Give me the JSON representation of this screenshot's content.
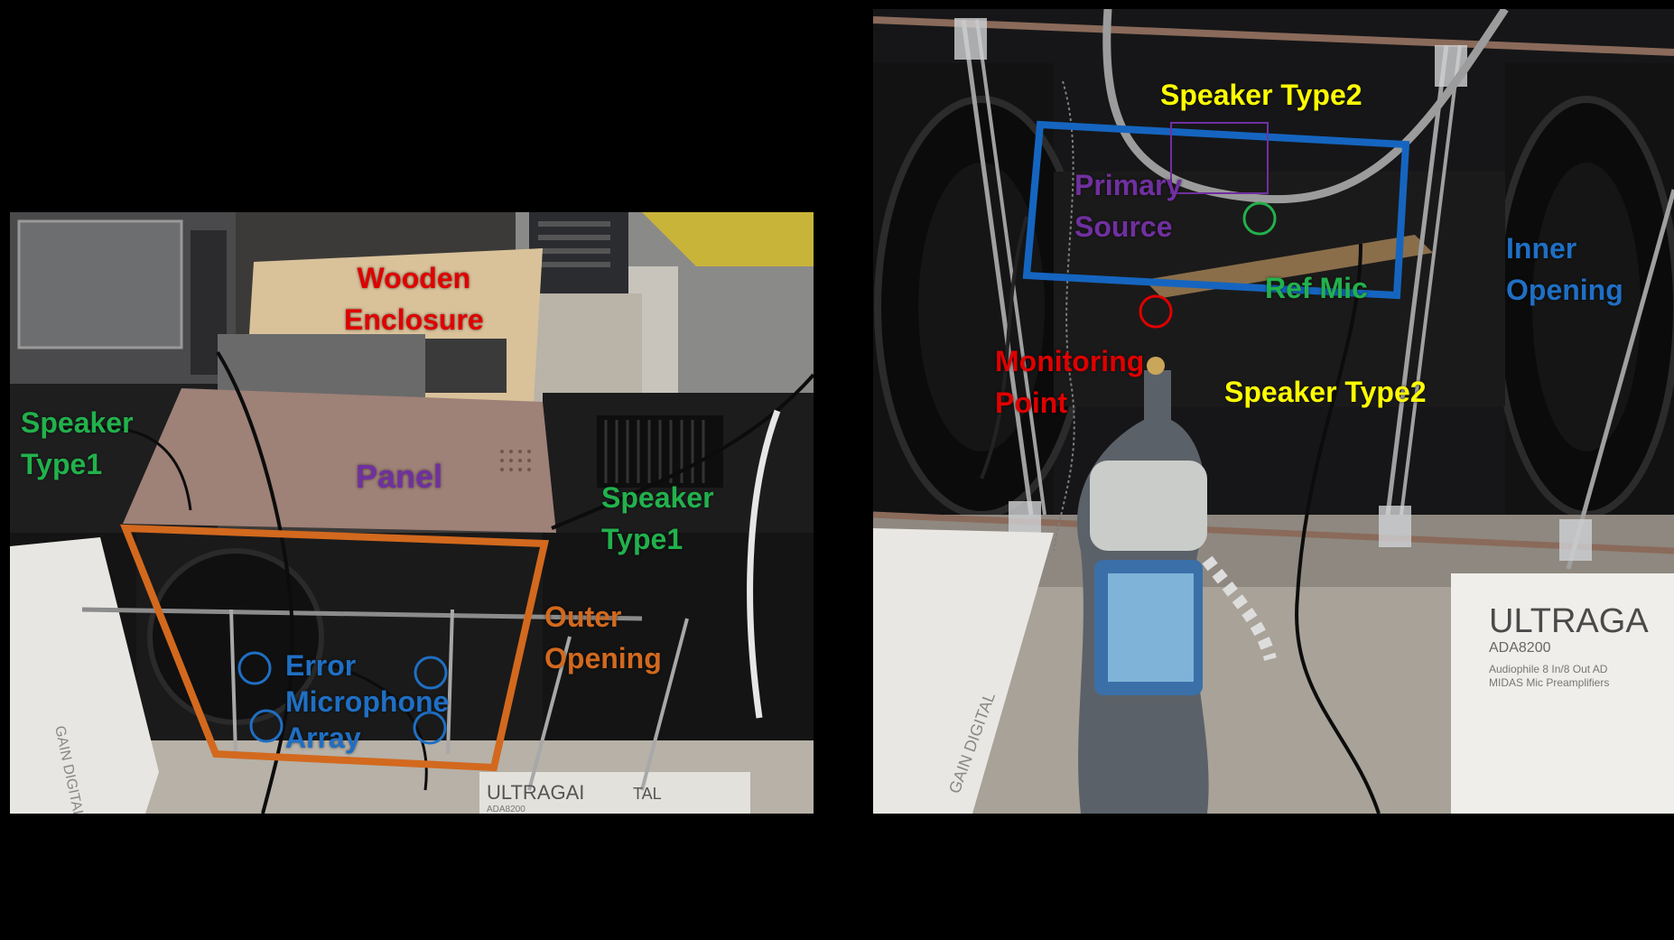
{
  "left_photo": {
    "labels": {
      "wooden_enclosure": "Wooden\nEnclosure",
      "speaker_type1_left": "Speaker\nType1",
      "panel": "Panel",
      "speaker_type1_right": "Speaker\nType1",
      "outer_opening": "Outer\nOpening",
      "error_mic_array": "Error\nMicrophone\nArray",
      "box_text": "ULTRAGAI",
      "box_text2": "TAL",
      "box_model": "ADA8200",
      "side_box_text": "GAIN DIGITAL"
    }
  },
  "right_photo": {
    "labels": {
      "speaker_type2_top": "Speaker Type2",
      "primary_source": "Primary\nSource",
      "ref_mic": "Ref Mic",
      "inner_opening": "Inner\nOpening",
      "monitoring_point": "Monitoring\nPoint",
      "speaker_type2_bottom": "Speaker Type2",
      "box_brand": "ULTRAGA",
      "box_model": "ADA8200",
      "box_desc": "Audiophile 8 In/8 Out AD",
      "box_desc2": "MIDAS Mic Preamplifiers",
      "side_box_text": "GAIN DIGITAL"
    }
  },
  "colors": {
    "green": "#22b14c",
    "red": "#e00000",
    "purple": "#7030a0",
    "blue": "#0070c0",
    "orange": "#d2691e",
    "yellow": "#ffff00"
  }
}
